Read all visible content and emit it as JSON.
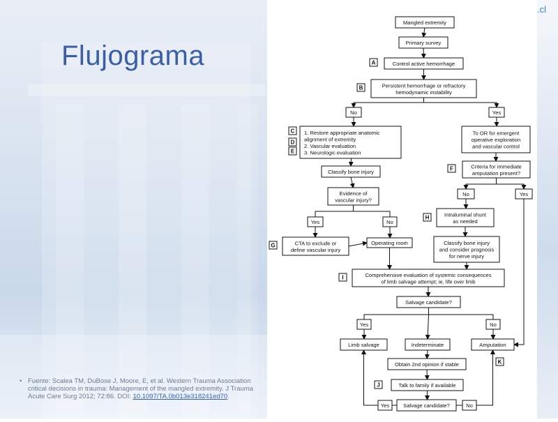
{
  "slide": {
    "title": "Flujograma",
    "logo_suffix": ".cl",
    "source_text": "Fuente: Scalea TM, DuBose J, Moore, E, et al. Western Trauma Association critical decisions in trauma: Management of the mangled extremity. J Trauma Acute Care Surg 2012; 72:86. DOI: ",
    "source_doi": "10.1097/TA.0b013e318241ed70",
    "source_end": "."
  },
  "flowchart": {
    "nodes": {
      "mangled": [
        "Mangled extremity"
      ],
      "primary": [
        "Primary survey"
      ],
      "control": [
        "Control active hemorrhage"
      ],
      "persistent": [
        "Persistent hemorrhage or refractory",
        "hemodynamic instability"
      ],
      "no1": [
        "No"
      ],
      "yes1": [
        "Yes"
      ],
      "steps": [
        "1.  Restore appropriate anatomic",
        "     alignment of extremity",
        "2.  Vascular evaluation",
        "3.  Neurologic evaluation"
      ],
      "to_or": [
        "To OR for emergent",
        "operative exploration",
        "and vascular control"
      ],
      "classify": [
        "Classify bone injury"
      ],
      "criteria": [
        "Criteria for immediate",
        "amputation present?"
      ],
      "evidence": [
        "Evidence of",
        "vascular injury?"
      ],
      "no_f": [
        "No"
      ],
      "yes_f": [
        "Yes"
      ],
      "shunt": [
        "Intraluminal shunt",
        "as needed"
      ],
      "yes_e": [
        "Yes"
      ],
      "no_e": [
        "No"
      ],
      "cta": [
        "CTA to exclude or",
        "define vascular injury"
      ],
      "or_room": [
        "Operating room"
      ],
      "classify2": [
        "Classify bone injury",
        "and consider prognosis",
        "for nerve injury"
      ],
      "comprehensive": [
        "Comprehensive evaluation of systemic consequences",
        "of limb salvage attempt; ie, life over limb"
      ],
      "salvage": [
        "Salvage candidate?"
      ],
      "yes_s": [
        "Yes"
      ],
      "no_s": [
        "No"
      ],
      "limb": [
        "Limb salvage"
      ],
      "indet": [
        "Indeterminate"
      ],
      "amput": [
        "Amputation"
      ],
      "second": [
        "Obtain 2nd opinion if stable"
      ],
      "talk": [
        "Talk to family if available"
      ],
      "yes_b": [
        "Yes"
      ],
      "salvage2": [
        "Salvage candidate?"
      ],
      "no_b": [
        "No"
      ]
    },
    "step_labels": {
      "A": "A",
      "B": "B",
      "C": "C",
      "D": "D",
      "E": "E",
      "F": "F",
      "G": "G",
      "H": "H",
      "I": "I",
      "J": "J",
      "K": "K"
    }
  }
}
